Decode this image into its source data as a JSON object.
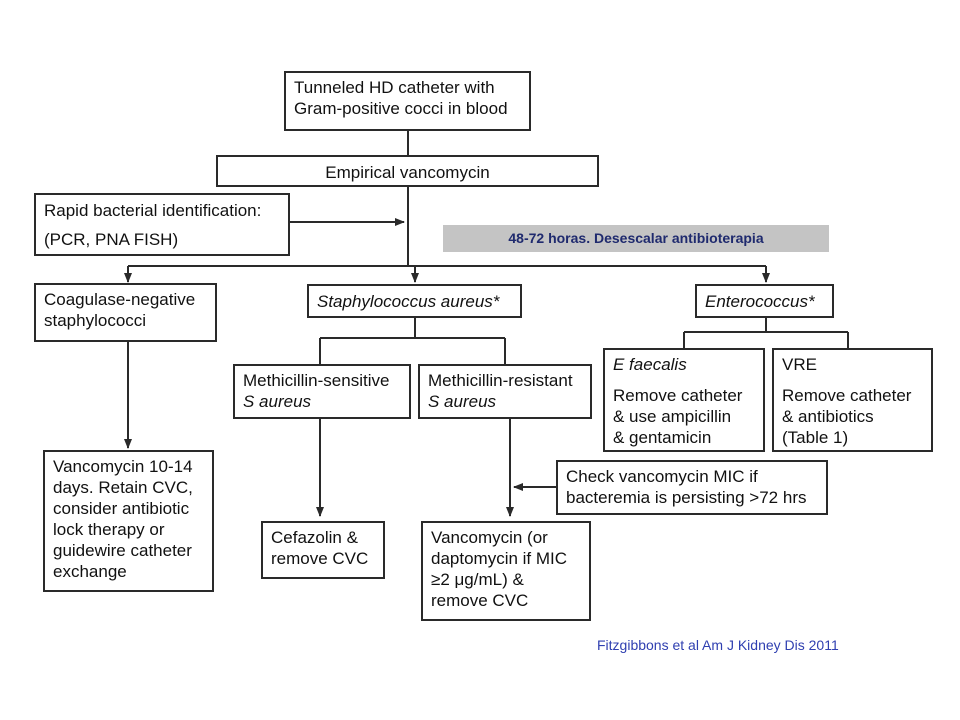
{
  "nodes": {
    "start": [
      "Tunneled HD catheter with",
      "Gram-positive cocci in blood"
    ],
    "empirical": "Empirical vancomycin",
    "rapid_id": [
      "Rapid bacterial identification:",
      "(PCR, PNA FISH)"
    ],
    "coagulase": [
      "Coagulase-negative",
      "staphylococci"
    ],
    "staph_aureus": "Staphylococcus aureus*",
    "enterococcus": "Enterococcus*",
    "mssa": [
      "Methicillin-sensitive",
      "S aureus"
    ],
    "mrsa": [
      "Methicillin-resistant",
      "S aureus"
    ],
    "faecalis": {
      "title": "E faecalis",
      "body": [
        "Remove catheter",
        "& use ampicillin",
        "& gentamicin"
      ]
    },
    "vre": {
      "title": "VRE",
      "body": [
        "Remove catheter",
        "& antibiotics",
        "(Table 1)"
      ]
    },
    "vanco_cons": [
      "Vancomycin 10-14",
      "days. Retain CVC,",
      "consider antibiotic",
      "lock therapy or",
      "guidewire catheter",
      "exchange"
    ],
    "mic_check": [
      "Check vancomycin MIC if",
      "bacteremia is persisting >72 hrs"
    ],
    "cefazolin": [
      "Cefazolin &",
      "remove CVC"
    ],
    "vanco_mrsa": [
      "Vancomycin (or",
      "daptomycin if MIC",
      "≥2 μg/mL) &",
      "remove CVC"
    ]
  },
  "banner": "48-72 horas. Desescalar antibioterapia",
  "citation": "Fitzgibbons et al Am J Kidney Dis 2011",
  "colors": {
    "banner_bg": "#c4c4c4",
    "banner_text": "#1f2a6e",
    "citation": "#2f3fb0",
    "line": "#2a2a2a"
  }
}
